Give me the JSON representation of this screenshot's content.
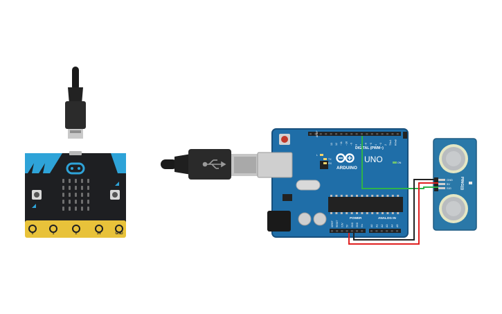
{
  "canvas": {
    "background": "#ffffff"
  },
  "microbit": {
    "pins": [
      "0",
      "1",
      "2",
      "3V",
      "GND"
    ],
    "colors": {
      "board": "#1e1f22",
      "accent": "#2ea3d8",
      "gold": "#e8c23a"
    }
  },
  "arduino": {
    "brand": "ARDUINO",
    "model": "UNO",
    "digital_label": "DIGITAL (PWM~)",
    "power_label": "POWER",
    "analog_label": "ANALOG IN",
    "tx_label": "TX",
    "rx_label": "RX",
    "l_label": "L",
    "on_label": "ON",
    "aref_label": "AREF",
    "digital_pins": [
      "13",
      "12",
      "~11",
      "~10",
      "~9",
      "8",
      "7",
      "~6",
      "~5",
      "4",
      "~3",
      "2",
      "TX▸1",
      "RX◂0"
    ],
    "power_pins": [
      "IOREF",
      "RESET",
      "3.3V",
      "5V",
      "GND",
      "GND",
      "Vin"
    ],
    "analog_pins": [
      "A0",
      "A1",
      "A2",
      "A3",
      "A4",
      "A5"
    ],
    "colors": {
      "board": "#1f6ea8",
      "edge": "#174f7c",
      "header": "#222222"
    }
  },
  "sensor": {
    "name": "PING)))",
    "pins": [
      "GND",
      "5V",
      "SIG"
    ],
    "colors": {
      "board": "#2a78a8",
      "transducer": "#b9bcbf",
      "ring": "#dfe6a8"
    }
  },
  "wires": {
    "signal": "#2fb34a",
    "power": "#e02020",
    "ground": "#222222"
  },
  "icons": [
    "usb-cable-icon",
    "usb-plug-icon",
    "arduino-infinity-logo-icon"
  ]
}
